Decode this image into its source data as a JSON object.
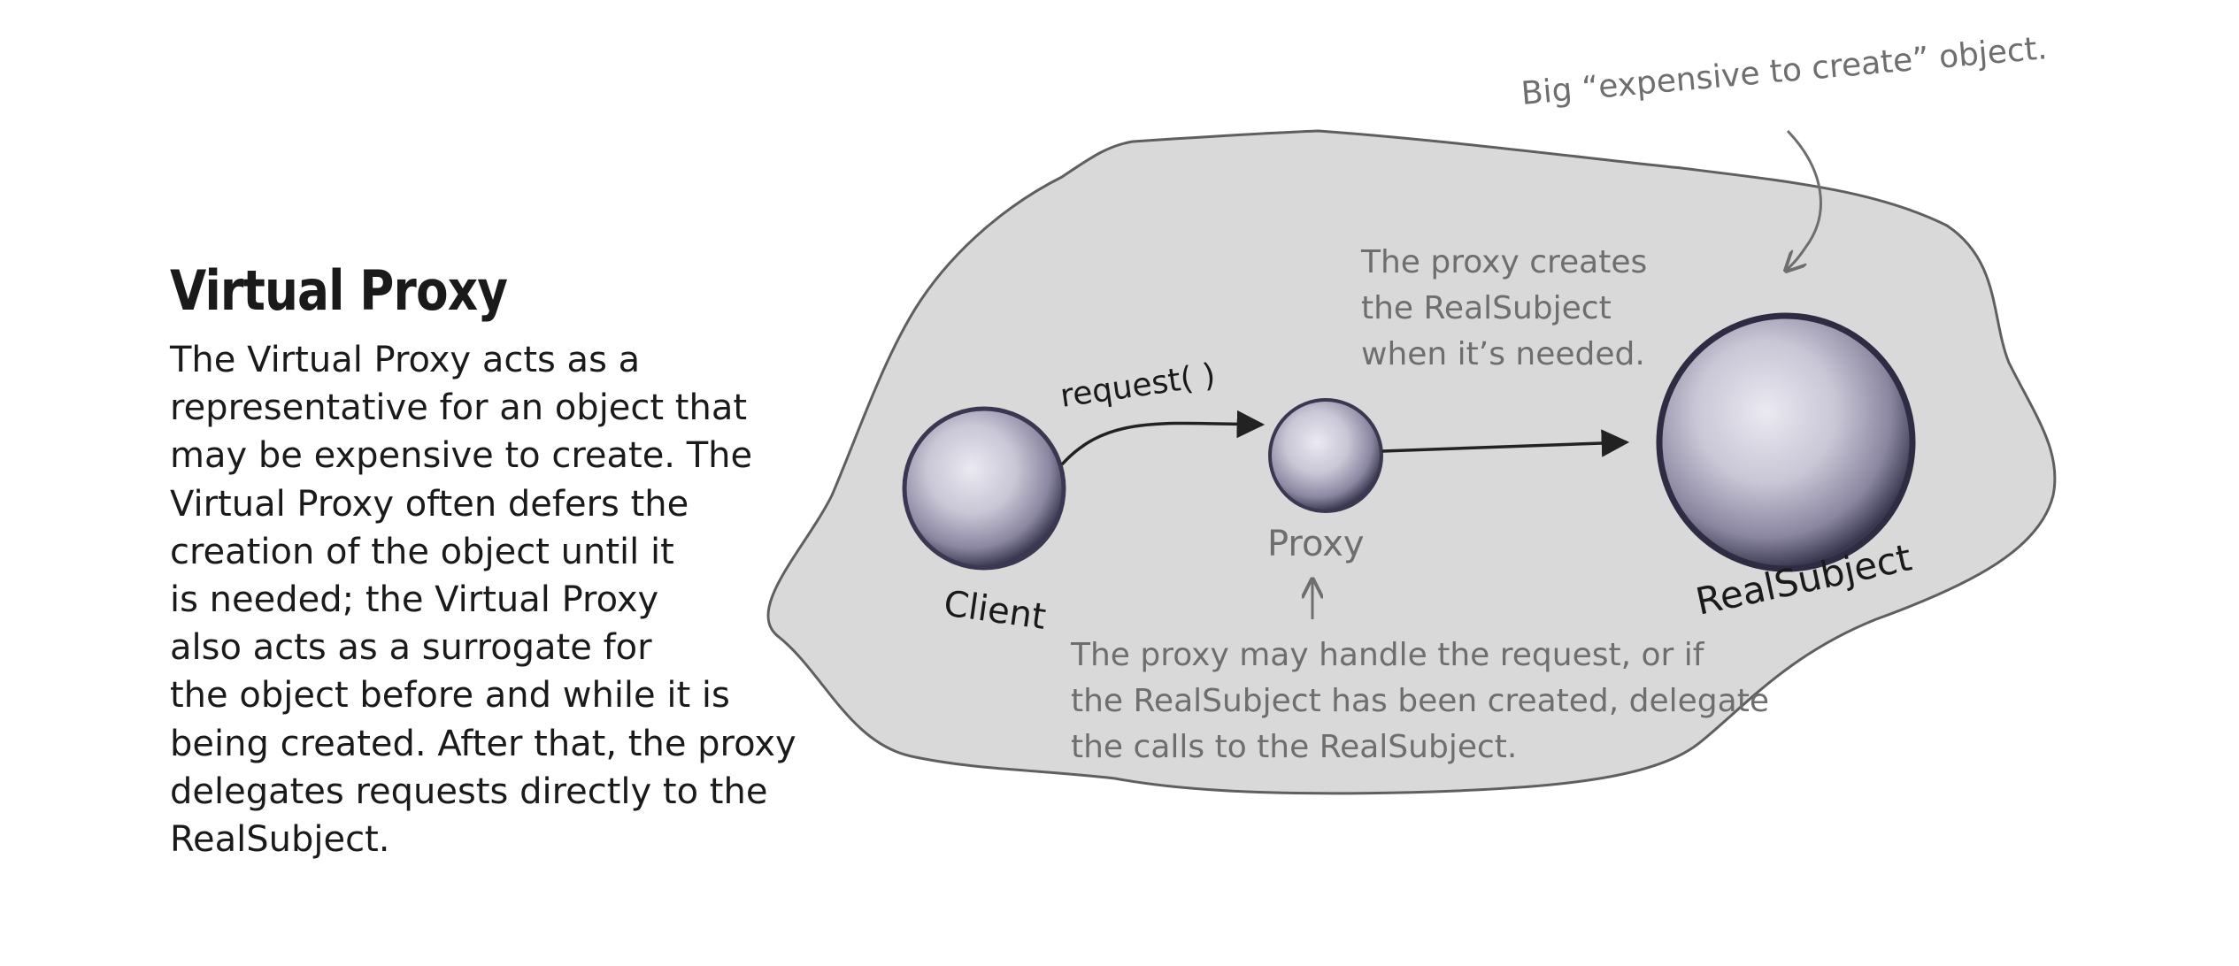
{
  "heading": "Virtual Proxy",
  "body_lines": [
    "The Virtual Proxy acts as a",
    "representative for an object that",
    "may be expensive to create. The",
    "Virtual Proxy often defers the",
    "creation of the object until it",
    "is needed; the Virtual Proxy",
    "also acts as a surrogate for",
    "the object before and while it is",
    "being created. After that, the proxy",
    "delegates requests directly to the",
    "RealSubject."
  ],
  "diagram": {
    "client_label": "Client",
    "proxy_label": "Proxy",
    "realsubject_label": "RealSubject",
    "request_label": "request( )",
    "note_big_object": "Big “expensive to create” object.",
    "note_creates": [
      "The proxy creates",
      "the RealSubject",
      "when it’s needed."
    ],
    "note_handles": [
      "The proxy may handle the request, or if",
      "the RealSubject has been created, delegate",
      "the calls to the RealSubject."
    ]
  },
  "colors": {
    "background": "#ffffff",
    "blob_fill": "#d9d9d9",
    "blob_stroke": "#5f5f5f",
    "sphere_light": "#d8d6e2",
    "sphere_dark": "#3a3850",
    "annotation_text": "#6e6e6e",
    "body_text": "#1a1a1a"
  },
  "icons": [
    "sphere-client",
    "sphere-proxy",
    "sphere-realsubject",
    "arrow-right",
    "arrow-up",
    "curved-arrow-down"
  ]
}
